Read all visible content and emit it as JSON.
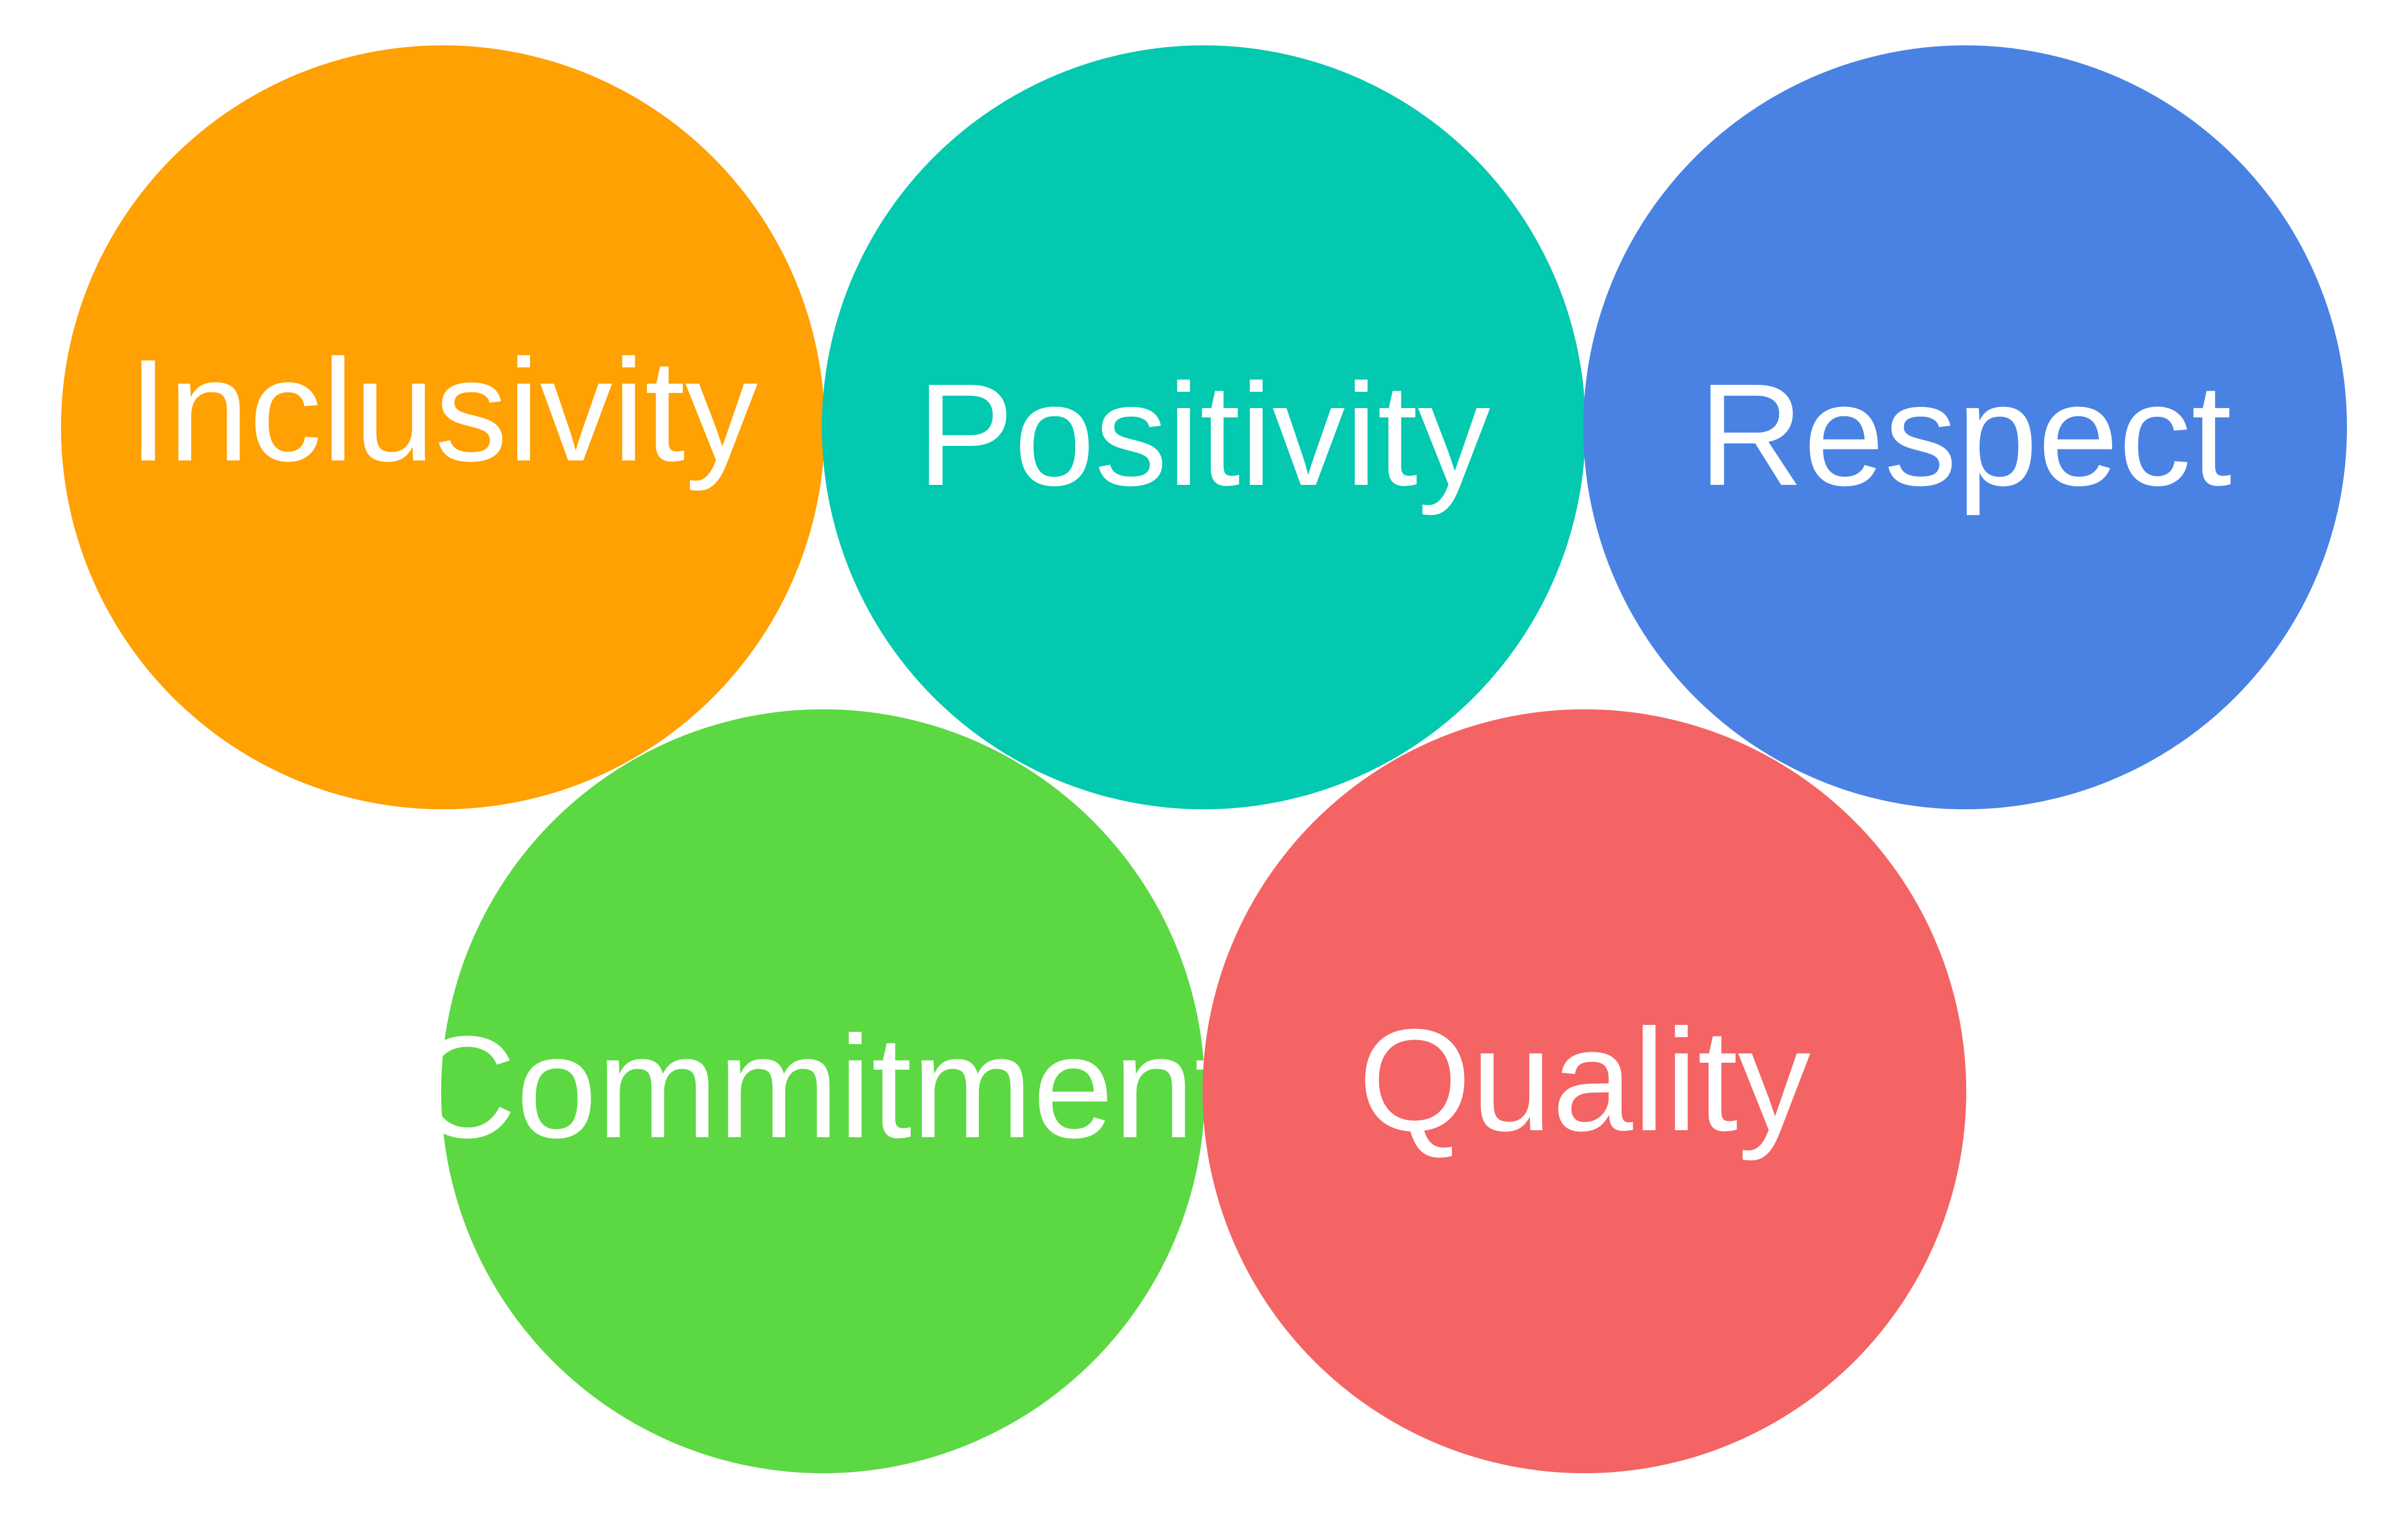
{
  "diagram": {
    "circles": [
      {
        "label": "Inclusivity",
        "color": "#FFA003"
      },
      {
        "label": "Positivity",
        "color": "#02C9B0"
      },
      {
        "label": "Respect",
        "color": "#4A82E4"
      },
      {
        "label": "Commitment",
        "color": "#5CD843"
      },
      {
        "label": "Quality",
        "color": "#F46464"
      }
    ]
  }
}
